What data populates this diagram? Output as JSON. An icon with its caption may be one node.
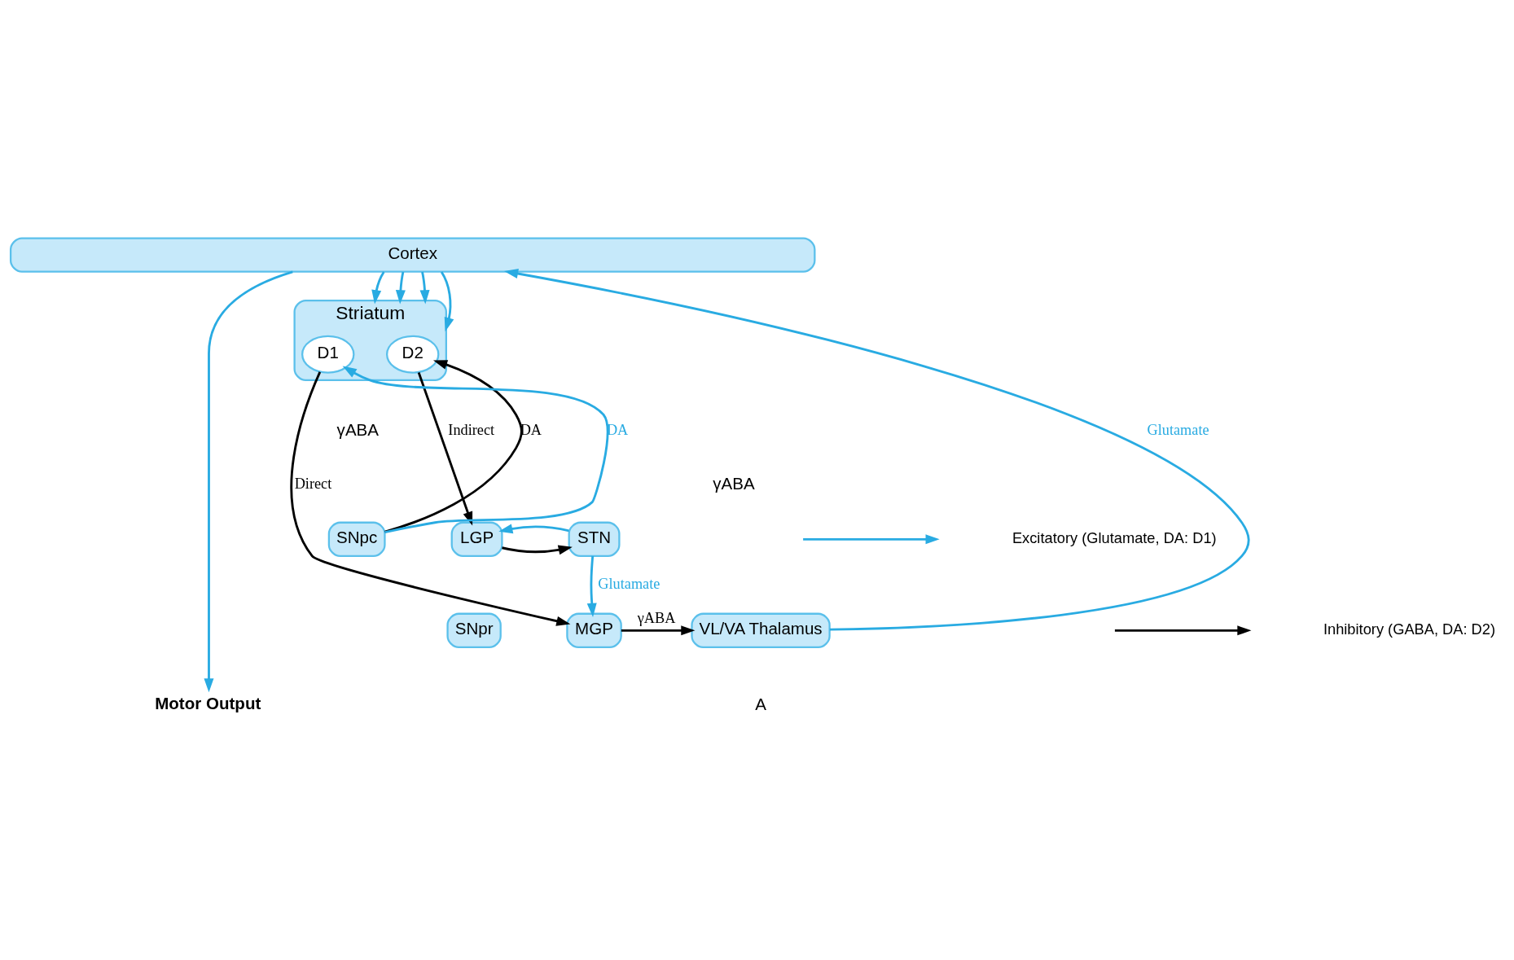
{
  "diagram": {
    "nodes": [
      {
        "text": [
          "Cortex"
        ]
      },
      {
        "text": [
          "Striatum"
        ]
      },
      {
        "text": [
          "D2"
        ],
        "in": 1
      },
      {
        "text": [
          "D1"
        ],
        "in": 1
      },
      {
        "text": [
          "SNpc"
        ]
      },
      {
        "text": [
          "LGP"
        ]
      },
      {
        "text": [
          "STN"
        ]
      },
      {
        "text": [
          "SNpr"
        ]
      },
      {
        "text": [
          "MGP"
        ]
      },
      {
        "text": [
          "VL/VA Thalamus"
        ]
      },
      {
        "text": [
          "Motor Output"
        ]
      }
    ],
    "edges": [
      {
        "from": 0,
        "to": 1,
        "arrow": "to"
      },
      {
        "from": 0,
        "to": 1,
        "arrow": "to"
      },
      {
        "from": 0,
        "to": 1,
        "arrow": "to"
      },
      {
        "from": 0,
        "to": 1,
        "arrow": "to"
      },
      {
        "from": 4,
        "to": 2,
        "arrow": "to",
        "label": "DA",
        "color": "#000000"
      },
      {
        "from": 4,
        "to": 3,
        "arrow": "to",
        "label": "DA"
      },
      {
        "from": 2,
        "to": 5,
        "arrow": "to",
        "label": "Indirect",
        "color": "#000000"
      },
      {
        "from": 3,
        "to": 8,
        "arrow": "to",
        "label": "Direct",
        "color": "#000000"
      },
      {
        "from": 5,
        "to": 6,
        "arrow": "to",
        "color": "#000000"
      },
      {
        "from": 6,
        "to": 5,
        "arrow": "to"
      },
      {
        "from": 6,
        "to": 8,
        "arrow": "to",
        "label": "Glutamate"
      },
      {
        "from": 8,
        "to": 9,
        "arrow": "to",
        "label": "γABA",
        "color": "#000000"
      },
      {
        "from": 9,
        "to": 0,
        "arrow": "to",
        "label": "Glutamate"
      },
      {
        "from": 0,
        "to": 10,
        "arrow": "to"
      }
    ],
    "labels": [
      "γABA",
      "γABA",
      "A"
    ],
    "legend": [
      {
        "text": "Excitatory (Glutamate, DA: D1)"
      },
      {
        "text": "Inhibitory (GABA, DA: D2)"
      }
    ]
  }
}
